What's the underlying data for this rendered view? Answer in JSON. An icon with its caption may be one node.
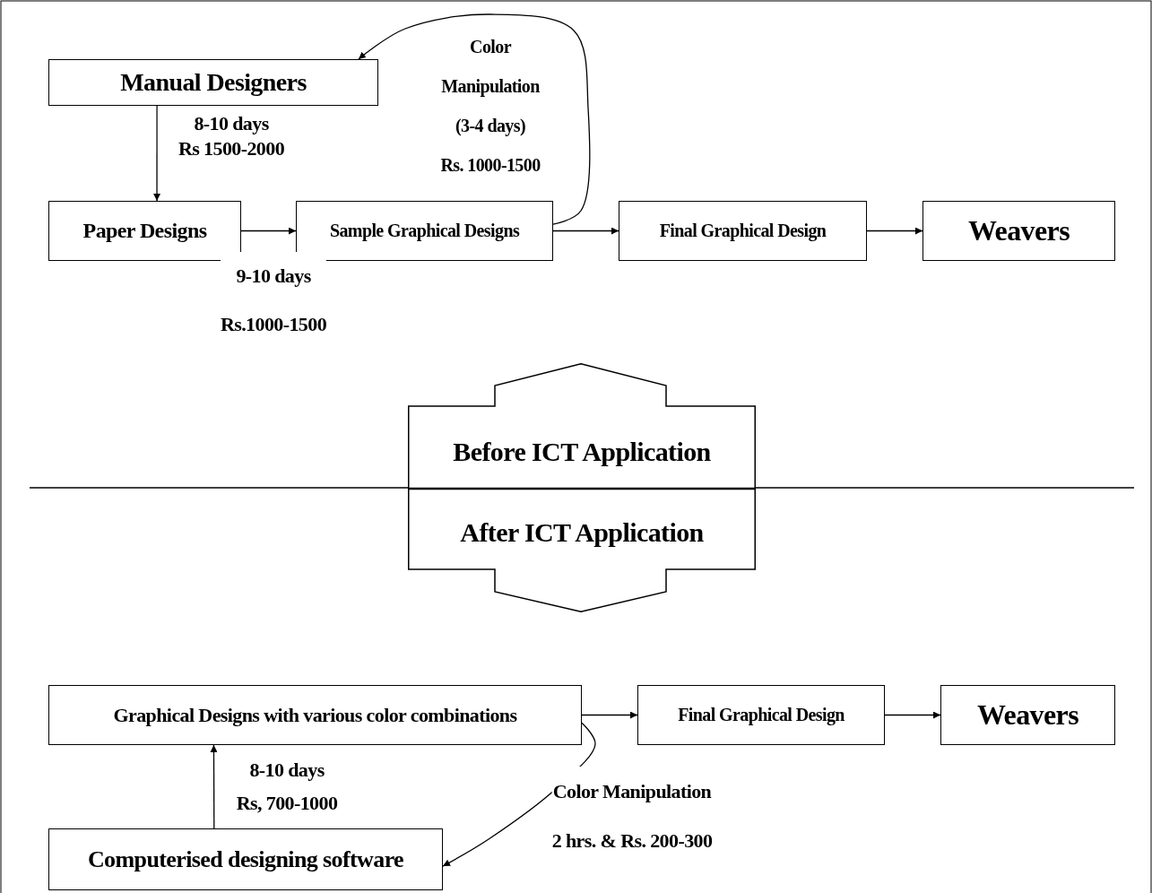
{
  "diagram": {
    "nodes": [
      {
        "text": [
          "Manual Designers"
        ]
      },
      {
        "text": [
          "Paper Designs"
        ]
      },
      {
        "text": [
          "Sample Graphical Designs"
        ]
      },
      {
        "text": [
          "Final Graphical Design"
        ]
      },
      {
        "text": [
          "Weavers"
        ]
      },
      {
        "text": [
          "Before ICT Application"
        ]
      },
      {
        "text": [
          "After ICT Application"
        ]
      },
      {
        "text": [
          "Graphical Designs with various color combinations"
        ]
      },
      {
        "text": [
          "Final Graphical Design"
        ]
      },
      {
        "text": [
          "Weavers"
        ]
      },
      {
        "text": [
          "Computerised designing software"
        ]
      }
    ],
    "edges": [
      {
        "from": 0,
        "to": 1,
        "arrow": "to",
        "label": "8-10 days Rs 1500-2000"
      },
      {
        "from": 1,
        "to": 2,
        "arrow": "to",
        "label": "9-10 days Rs.1000-1500"
      },
      {
        "from": 2,
        "to": 3,
        "arrow": "to"
      },
      {
        "from": 2,
        "to": 0,
        "arrow": "to",
        "label": "Color Manipulation (3-4 days) Rs. 1000-1500"
      },
      {
        "from": 3,
        "to": 4,
        "arrow": "to"
      },
      {
        "from": 7,
        "to": 8,
        "arrow": "to"
      },
      {
        "from": 7,
        "to": 10,
        "arrow": "to",
        "label": "Color Manipulation 2 hrs. & Rs. 200-300"
      },
      {
        "from": 10,
        "to": 7,
        "arrow": "to",
        "label": "8-10 days Rs, 700-1000"
      },
      {
        "from": 8,
        "to": 9,
        "arrow": "to"
      }
    ]
  }
}
